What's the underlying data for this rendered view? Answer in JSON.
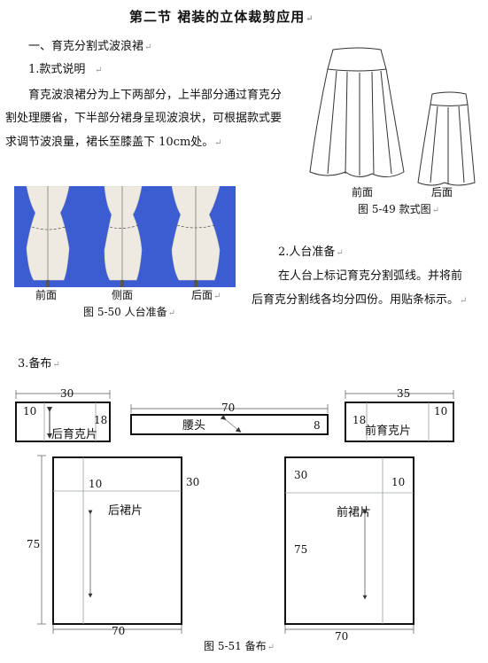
{
  "title": "第二节   裙装的立体裁剪应用",
  "section1": {
    "heading": "一、育克分割式波浪裙",
    "sub1": "1.款式说明",
    "para1_lines": [
      "育克波浪裙分为上下两部分，上半部分通过育克分",
      "割处理腰省，下半部分裙身呈现波浪状，可根据款式要",
      "求调节波浪量，裙长至膝盖下 10cm处。"
    ],
    "fig49": {
      "front": "前面",
      "back": "后面",
      "caption": "图 5-49    款式图"
    },
    "fig50": {
      "front": "前面",
      "side": "侧面",
      "back": "后面",
      "caption": "图 5-50    人台准备"
    },
    "sub2": "2.人台准备",
    "para2_lines": [
      "在人台上标记育克分割弧线。并将前",
      "后育克分割线各均分四份。用贴条标示。"
    ]
  },
  "section3": {
    "heading": "3.备布",
    "pieces": {
      "back_yoke": {
        "label": "后育克片",
        "w": "30",
        "h": "10",
        "h2": "18"
      },
      "waistband": {
        "label": "腰头",
        "w": "70",
        "h": "8"
      },
      "front_yoke": {
        "label": "前育克片",
        "w": "35",
        "h": "18",
        "h2": "10"
      },
      "back_skirt": {
        "label": "后裙片",
        "w": "70",
        "h": "75",
        "a": "10",
        "b": "30"
      },
      "front_skirt": {
        "label": "前裙片",
        "w": "70",
        "h": "75",
        "a": "30",
        "b": "10"
      }
    },
    "caption": "图 5-51  备布"
  },
  "colors": {
    "photo_bg": "#3c5cd2",
    "line": "#000000",
    "guide": "#9aa0a6",
    "mark": "#999999"
  }
}
